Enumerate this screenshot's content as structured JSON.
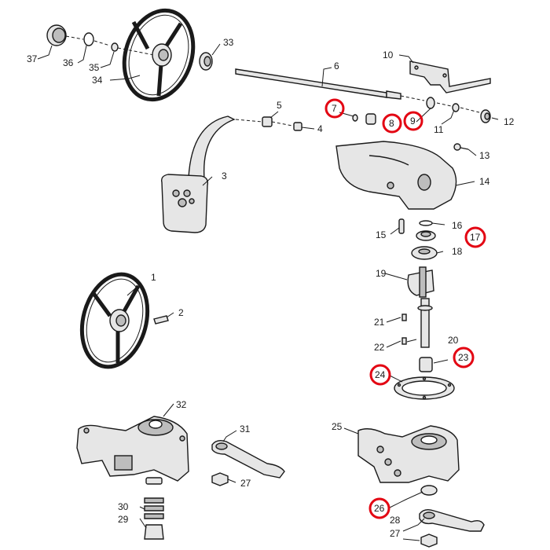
{
  "highlight_color": "#e30613",
  "callouts": {
    "p1": "1",
    "p2": "2",
    "p3": "3",
    "p4": "4",
    "p5": "5",
    "p6": "6",
    "p7": "7",
    "p8": "8",
    "p9": "9",
    "p10": "10",
    "p11": "11",
    "p12": "12",
    "p13": "13",
    "p14": "14",
    "p15": "15",
    "p16": "16",
    "p17": "17",
    "p18": "18",
    "p19": "19",
    "p20": "20",
    "p21": "21",
    "p22": "22",
    "p23": "23",
    "p24": "24",
    "p25": "25",
    "p26": "26",
    "p27a": "27",
    "p27b": "27",
    "p28": "28",
    "p29": "29",
    "p30": "30",
    "p31": "31",
    "p32": "32",
    "p33": "33",
    "p34": "34",
    "p35": "35",
    "p36": "36",
    "p37": "37"
  },
  "highlighted": [
    "7",
    "8",
    "9",
    "17",
    "23",
    "24",
    "26"
  ]
}
